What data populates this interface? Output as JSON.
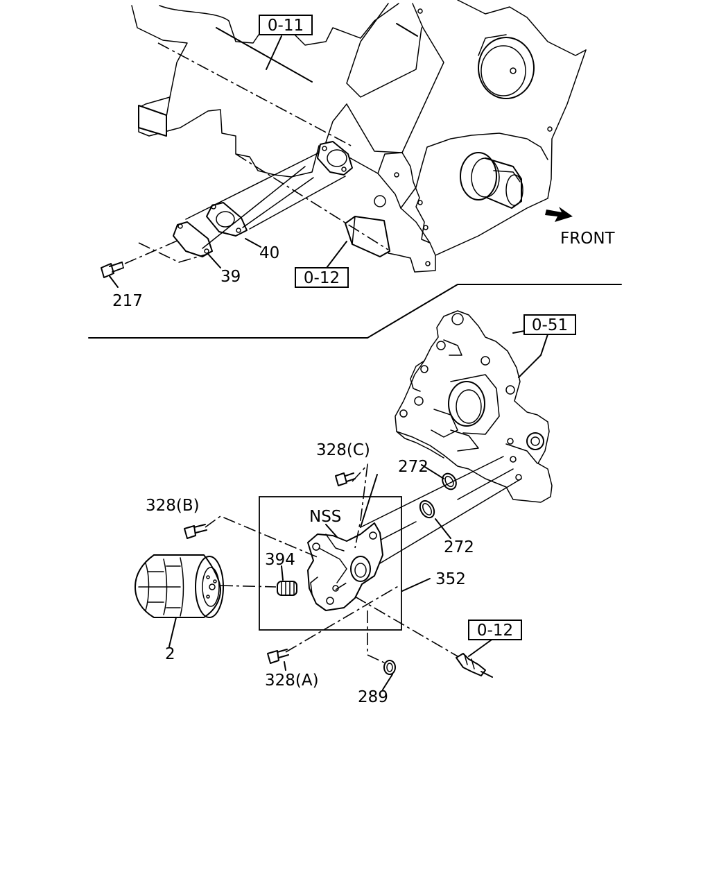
{
  "refs": {
    "engine_block": "0-11",
    "oil_pan_top": "0-12",
    "oil_pump": "0-51",
    "oil_switch": "0-12"
  },
  "direction": "FRONT",
  "parts": {
    "p217": "217",
    "p39": "39",
    "p40": "40",
    "p328c": "328(C)",
    "p328b": "328(B)",
    "p328a": "328(A)",
    "p272_top": "272",
    "p272_bottom": "272",
    "nss": "NSS",
    "p394": "394",
    "p352": "352",
    "p2": "2",
    "p289": "289"
  }
}
